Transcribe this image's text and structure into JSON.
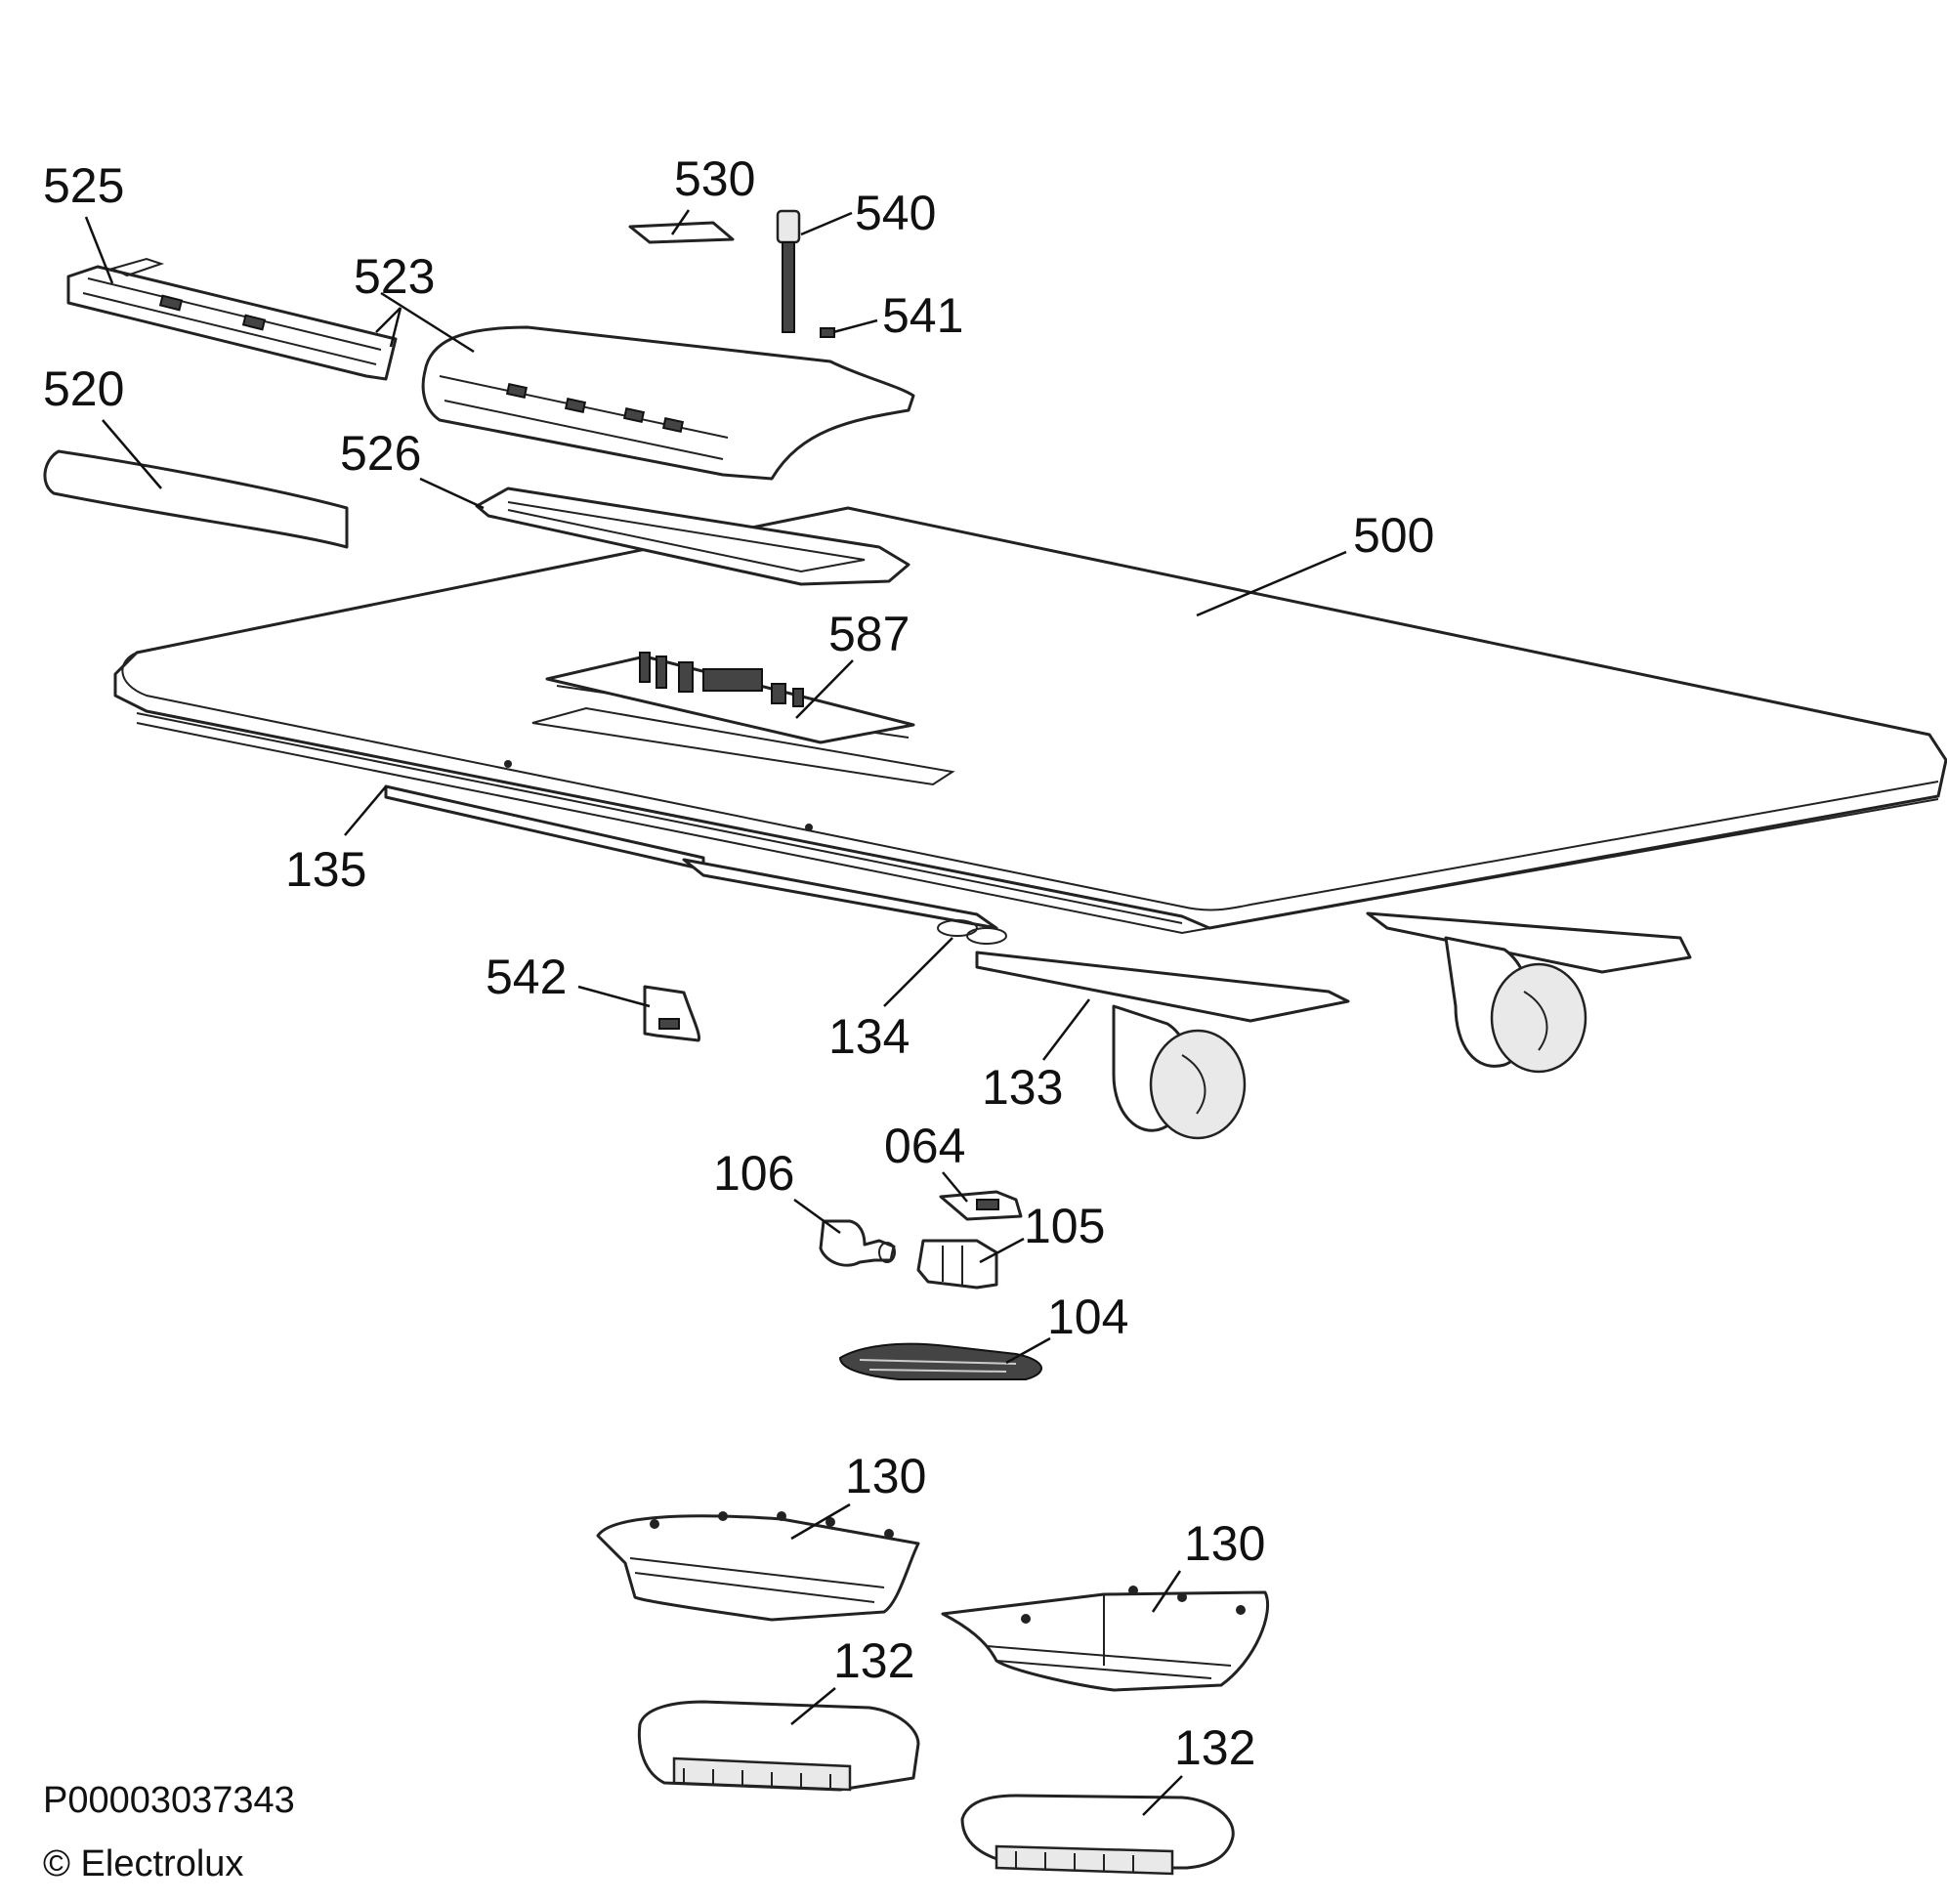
{
  "document_id": "P00003037343",
  "copyright": "© Electrolux",
  "callouts": {
    "c525": "525",
    "c530": "530",
    "c540": "540",
    "c523": "523",
    "c541": "541",
    "c520": "520",
    "c526": "526",
    "c500": "500",
    "c587": "587",
    "c135": "135",
    "c542": "542",
    "c134": "134",
    "c133": "133",
    "c064": "064",
    "c106": "106",
    "c105": "105",
    "c104": "104",
    "c130a": "130",
    "c130b": "130",
    "c132a": "132",
    "c132b": "132"
  }
}
